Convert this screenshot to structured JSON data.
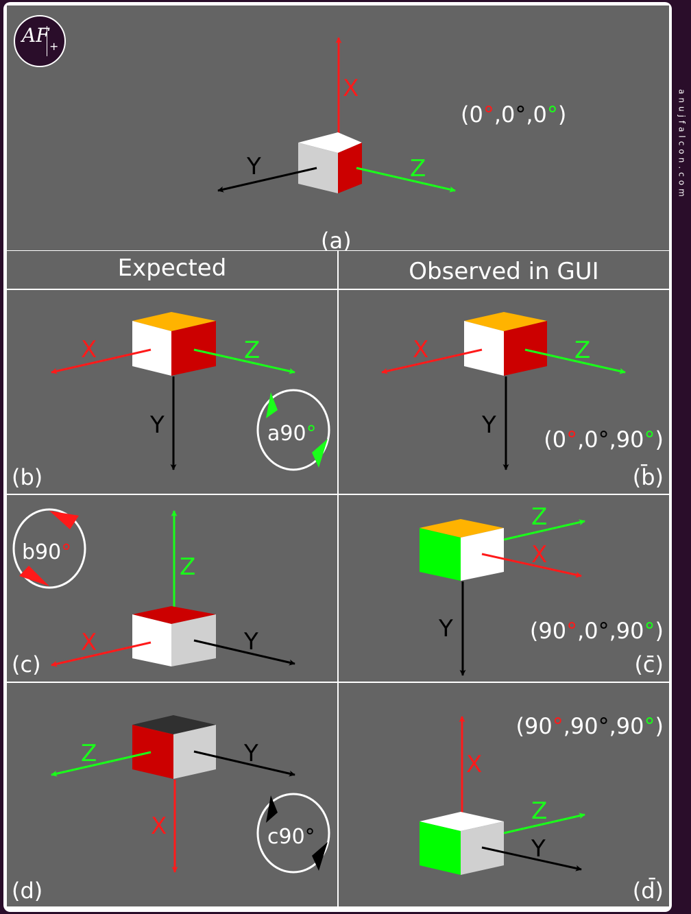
{
  "branding": {
    "logo_text": "AF",
    "logo_plus": "+",
    "site": "anujfalcon.com"
  },
  "headers": {
    "expected": "Expected",
    "observed": "Observed in GUI"
  },
  "panels": {
    "a": {
      "label": "(a)",
      "angles": [
        "0",
        "0",
        "0"
      ]
    },
    "b": {
      "label": "(b)",
      "rotation": "a90"
    },
    "b_bar": {
      "label": "(b̄)",
      "angles": [
        "0",
        "0",
        "90"
      ]
    },
    "c": {
      "label": "(c)",
      "rotation": "b90"
    },
    "c_bar": {
      "label": "(c̄)",
      "angles": [
        "90",
        "0",
        "90"
      ]
    },
    "d": {
      "label": "(d)",
      "rotation": "c90"
    },
    "d_bar": {
      "label": "(d̄)",
      "angles": [
        "90",
        "90",
        "90"
      ]
    }
  },
  "axes": {
    "x": "X",
    "y": "Y",
    "z": "Z"
  },
  "degree_symbol": "°",
  "colors": {
    "panel_bg": "#646464",
    "grid_line": "#ffffff",
    "x_axis": "#ff1a1a",
    "y_axis": "#000000",
    "z_axis": "#1aff1a",
    "cube_white": "#ffffff",
    "cube_light_gray": "#d0d0d0",
    "cube_red": "#cc0000",
    "cube_orange": "#ffb300",
    "cube_green": "#00ff00",
    "cube_dark": "#303030",
    "brand": "#2a0d2a"
  }
}
